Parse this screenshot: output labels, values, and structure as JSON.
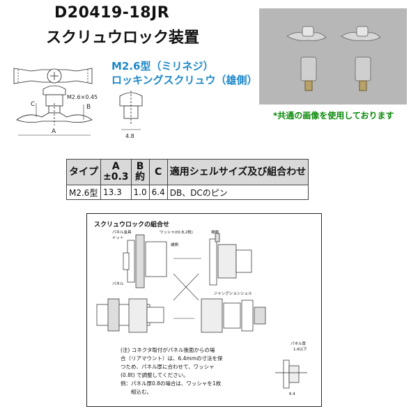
{
  "header": {
    "part_number": "D20419-18JR",
    "title": "スクリュウロック装置"
  },
  "spec_text": {
    "line1": "M2.6型（ミリネジ）",
    "line2": "ロッキングスクリュウ（雄側）"
  },
  "drawing": {
    "label_c": "C",
    "label_b": "B",
    "label_a": "A",
    "thread_label": "M2.6×0.45",
    "dim_48": "4.8"
  },
  "photo": {
    "note": "*共通の画像を使用しております"
  },
  "table": {
    "headers": [
      "タイプ",
      "A\n±0.3",
      "B\n約",
      "C",
      "適用シェルサイズ及び組合わせ"
    ],
    "rows": [
      [
        "M2.6型",
        "13.3",
        "1.0",
        "6.4",
        "DB、DCのピン"
      ]
    ]
  },
  "assembly": {
    "title": "スクリュウロックの組合せ",
    "labels": {
      "panel_metal": "パネル金具",
      "nut": "ナット",
      "washer": "ワッシャ(t0.8,2枚)",
      "male": "雄側",
      "female": "雌側",
      "panel": "パネル",
      "jackshell": "ジャングションシェル",
      "panel_thickness": "パネル厚",
      "panel_thickness_val": "1.6以下",
      "dim_64": "6.4"
    },
    "note_lines": [
      "(注) コネクタ取付がパネル後面からの場",
      "合（リアマウント）は、6.4mmの寸法を保",
      "つため、パネル厚に合わせて、ワッシャ",
      "(0.8t) で調整してください。",
      "例：パネル厚0.8の場合は、ワッシャを1枚",
      "　　組込む。"
    ]
  }
}
